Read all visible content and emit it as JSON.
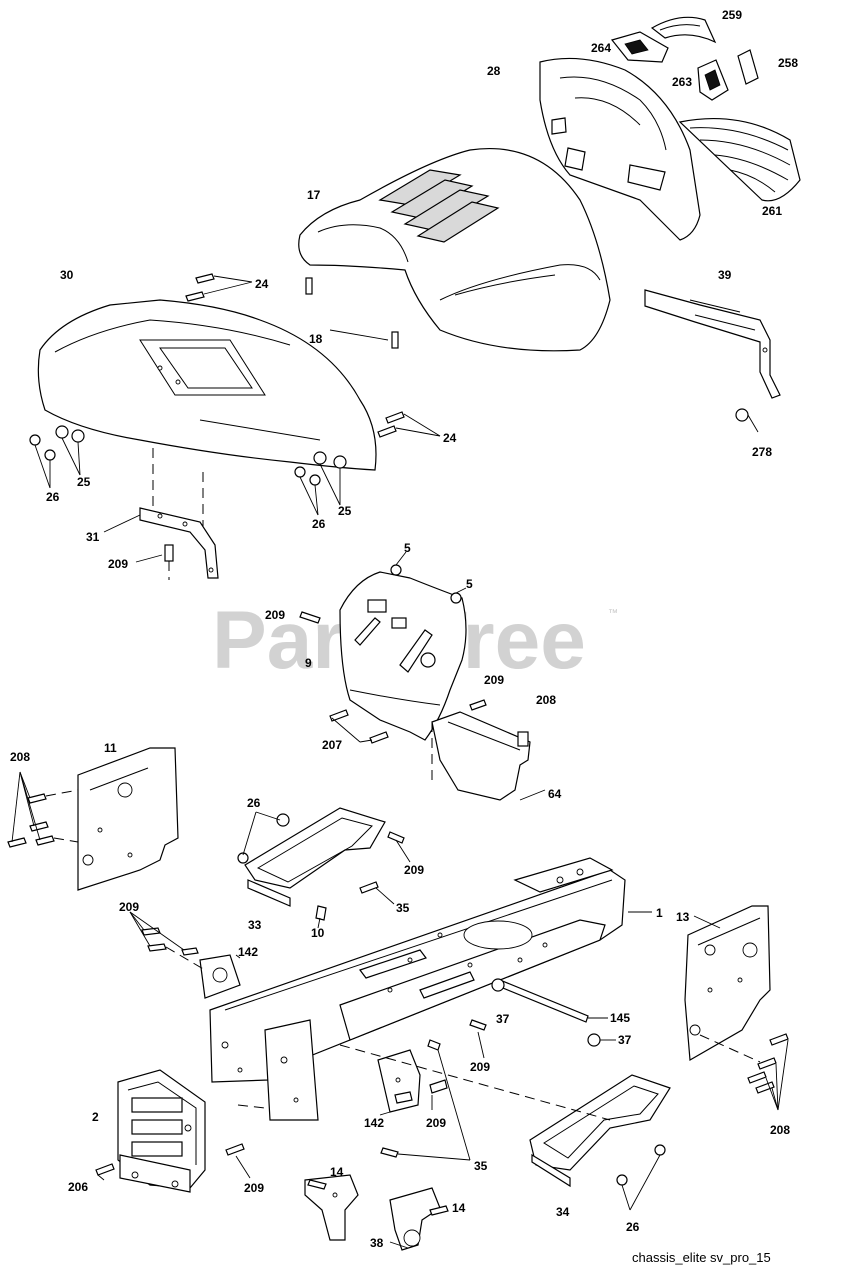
{
  "watermark": {
    "text": "PartsTree",
    "trademark": "™"
  },
  "caption": "chassis_elite sv_pro_15",
  "callouts": {
    "c259": "259",
    "c264": "264",
    "c258": "258",
    "c28": "28",
    "c263": "263",
    "c261": "261",
    "c17": "17",
    "c30": "30",
    "c24a": "24",
    "c18": "18",
    "c39": "39",
    "c24b": "24",
    "c26a": "26",
    "c25a": "25",
    "c26b": "26",
    "c25b": "25",
    "c278": "278",
    "c31": "31",
    "c209a": "209",
    "c5a": "5",
    "c5b": "5",
    "c209b": "209",
    "c9": "9",
    "c209c": "209",
    "c207": "207",
    "c208a": "208",
    "c11": "11",
    "c208b": "208",
    "c64": "64",
    "c26c": "26",
    "c209d": "209",
    "c35a": "35",
    "c33": "33",
    "c10": "10",
    "c1": "1",
    "c209e": "209",
    "c13": "13",
    "c142a": "142",
    "c145": "145",
    "c37a": "37",
    "c37b": "37",
    "c209f": "209",
    "c2": "2",
    "c142b": "142",
    "c209g": "209",
    "c208c": "208",
    "c35b": "35",
    "c206": "206",
    "c209h": "209",
    "c14a": "14",
    "c14b": "14",
    "c34": "34",
    "c26d": "26",
    "c38": "38"
  }
}
